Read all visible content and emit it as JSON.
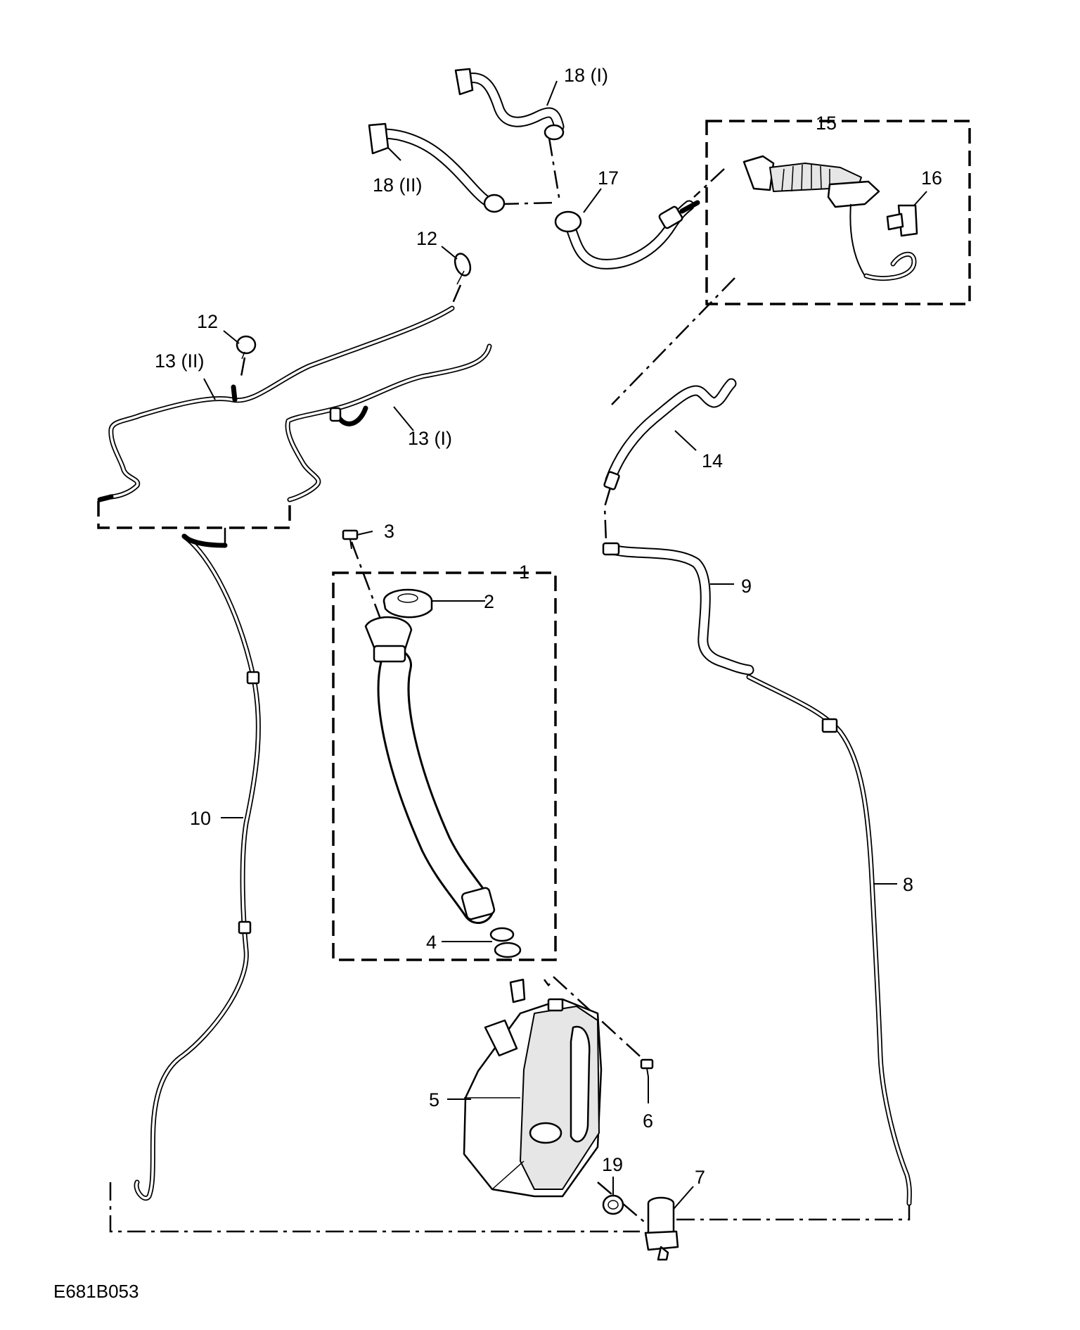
{
  "figure_code": "E681B053",
  "callouts": {
    "c1": "1",
    "c2": "2",
    "c3": "3",
    "c4": "4",
    "c5": "5",
    "c6": "6",
    "c7": "7",
    "c8": "8",
    "c9": "9",
    "c10": "10",
    "c12a": "12",
    "c12b": "12",
    "c13i": "13 (I)",
    "c13ii": "13 (II)",
    "c14": "14",
    "c15": "15",
    "c16": "16",
    "c17": "17",
    "c18i": "18 (I)",
    "c18ii": "18 (II)",
    "c19": "19"
  }
}
